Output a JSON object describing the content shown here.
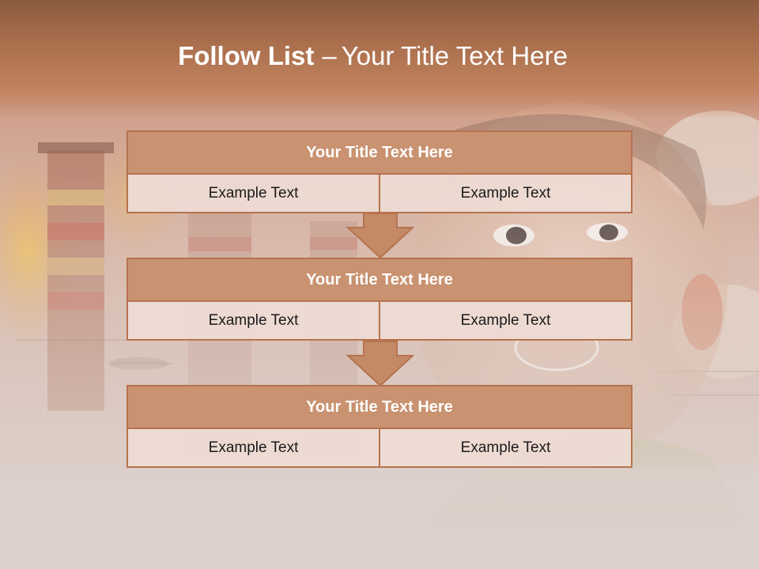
{
  "title": {
    "bold": "Follow List",
    "separator": "–",
    "rest": "Your Title Text Here"
  },
  "blocks": [
    {
      "header": "Your Title Text Here",
      "left": "Example Text",
      "right": "Example Text"
    },
    {
      "header": "Your Title Text Here",
      "left": "Example Text",
      "right": "Example Text"
    },
    {
      "header": "Your Title Text Here",
      "left": "Example Text",
      "right": "Example Text"
    }
  ],
  "colors": {
    "title_band": "#b57a58",
    "header_fill": "#c99270",
    "border": "#b5734e",
    "cell_fill": "#eedcd4",
    "arrow_fill": "#c48a67"
  }
}
